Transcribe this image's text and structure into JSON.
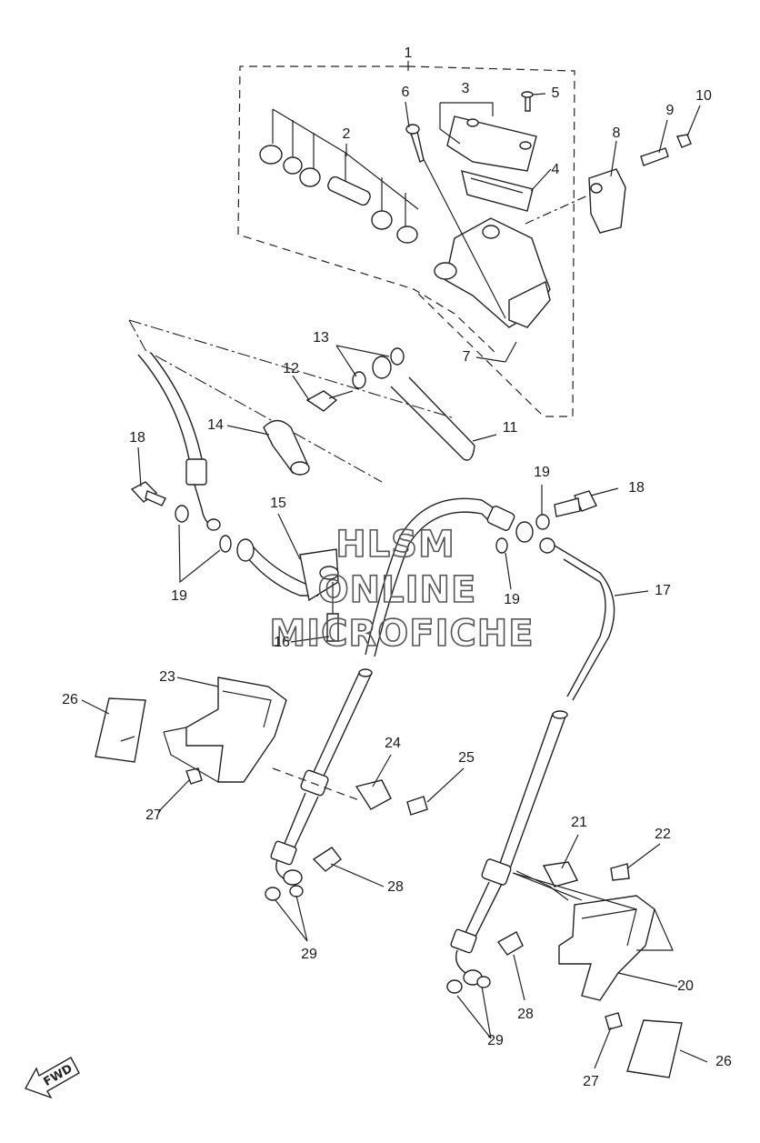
{
  "parts": [
    {
      "id": "p1",
      "label": "1"
    },
    {
      "id": "p2",
      "label": "2"
    },
    {
      "id": "p3",
      "label": "3"
    },
    {
      "id": "p4",
      "label": "4"
    },
    {
      "id": "p5",
      "label": "5"
    },
    {
      "id": "p6",
      "label": "6"
    },
    {
      "id": "p7",
      "label": "7"
    },
    {
      "id": "p8",
      "label": "8"
    },
    {
      "id": "p9",
      "label": "9"
    },
    {
      "id": "p10",
      "label": "10"
    },
    {
      "id": "p11",
      "label": "11"
    },
    {
      "id": "p12",
      "label": "12"
    },
    {
      "id": "p13",
      "label": "13"
    },
    {
      "id": "p14",
      "label": "14"
    },
    {
      "id": "p15",
      "label": "15"
    },
    {
      "id": "p16",
      "label": "16"
    },
    {
      "id": "p17",
      "label": "17"
    },
    {
      "id": "p18a",
      "label": "18"
    },
    {
      "id": "p18b",
      "label": "18"
    },
    {
      "id": "p19a",
      "label": "19"
    },
    {
      "id": "p19b",
      "label": "19"
    },
    {
      "id": "p19c",
      "label": "19"
    },
    {
      "id": "p20",
      "label": "20"
    },
    {
      "id": "p21",
      "label": "21"
    },
    {
      "id": "p22",
      "label": "22"
    },
    {
      "id": "p23",
      "label": "23"
    },
    {
      "id": "p24",
      "label": "24"
    },
    {
      "id": "p25",
      "label": "25"
    },
    {
      "id": "p26a",
      "label": "26"
    },
    {
      "id": "p26b",
      "label": "26"
    },
    {
      "id": "p27a",
      "label": "27"
    },
    {
      "id": "p27b",
      "label": "27"
    },
    {
      "id": "p28a",
      "label": "28"
    },
    {
      "id": "p28b",
      "label": "28"
    },
    {
      "id": "p29a",
      "label": "29"
    },
    {
      "id": "p29b",
      "label": "29"
    }
  ],
  "watermark": {
    "line1": "HLSM",
    "line2": "ONLINE",
    "line3": "MICROFICHE"
  },
  "fwd_label": "FWD"
}
